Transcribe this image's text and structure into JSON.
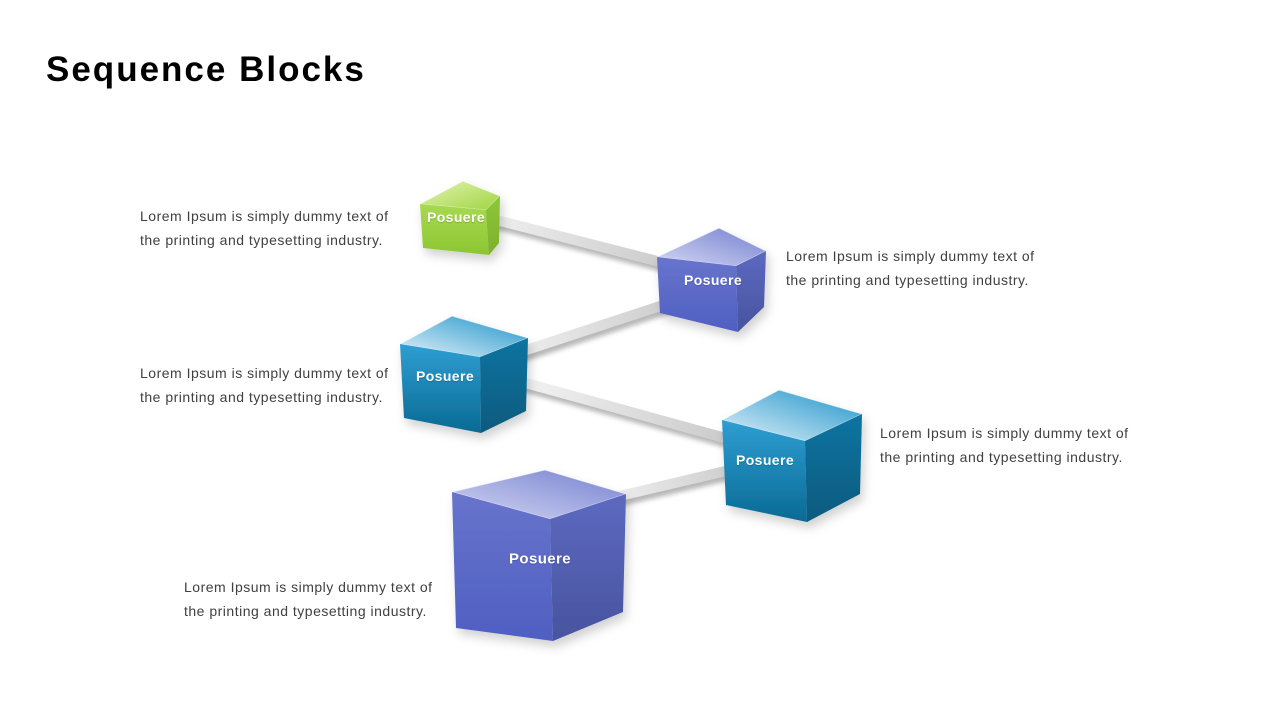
{
  "slide": {
    "title": "Sequence Blocks",
    "background": "#ffffff"
  },
  "diagram": {
    "type": "sequence-blocks",
    "connector_color": "#d4d4d4",
    "connections": [
      {
        "from": 1,
        "to": 2
      },
      {
        "from": 2,
        "to": 3
      },
      {
        "from": 3,
        "to": 4
      },
      {
        "from": 4,
        "to": 5
      }
    ]
  },
  "text_colors": {
    "title": "#000000",
    "caption": "#404040",
    "cube_label": "#ffffff"
  },
  "blocks": [
    {
      "order": 1,
      "label": "Posuere",
      "color_name": "green",
      "colors": {
        "top": "#b9e267",
        "front": "#9ace42",
        "side": "#84bd30"
      },
      "caption_side": "left",
      "caption_line1": "Lorem Ipsum is simply dummy text of",
      "caption_line2": "the printing and typesetting industry."
    },
    {
      "order": 2,
      "label": "Posuere",
      "color_name": "blue-violet",
      "colors": {
        "top": "#8b95da",
        "front": "#5b69c6",
        "side": "#4b58ad"
      },
      "caption_side": "right",
      "caption_line1": "Lorem Ipsum is simply dummy text of",
      "caption_line2": "the printing and typesetting industry."
    },
    {
      "order": 3,
      "label": "Posuere",
      "color_name": "teal-blue",
      "colors": {
        "top": "#8fcbe8",
        "front": "#1b86bb",
        "side": "#0b628a"
      },
      "caption_side": "left",
      "caption_line1": "Lorem Ipsum is simply dummy text of",
      "caption_line2": "the printing and typesetting industry."
    },
    {
      "order": 4,
      "label": "Posuere",
      "color_name": "teal-blue",
      "colors": {
        "top": "#8fcbe8",
        "front": "#1b86bb",
        "side": "#0b628a"
      },
      "caption_side": "right",
      "caption_line1": "Lorem Ipsum is simply dummy text of",
      "caption_line2": "the printing and typesetting industry."
    },
    {
      "order": 5,
      "label": "Posuere",
      "color_name": "blue-violet",
      "colors": {
        "top": "#8b95da",
        "front": "#5b69c6",
        "side": "#4b58ad"
      },
      "caption_side": "left",
      "caption_line1": "Lorem Ipsum is simply dummy text of",
      "caption_line2": "the printing and typesetting industry."
    }
  ]
}
